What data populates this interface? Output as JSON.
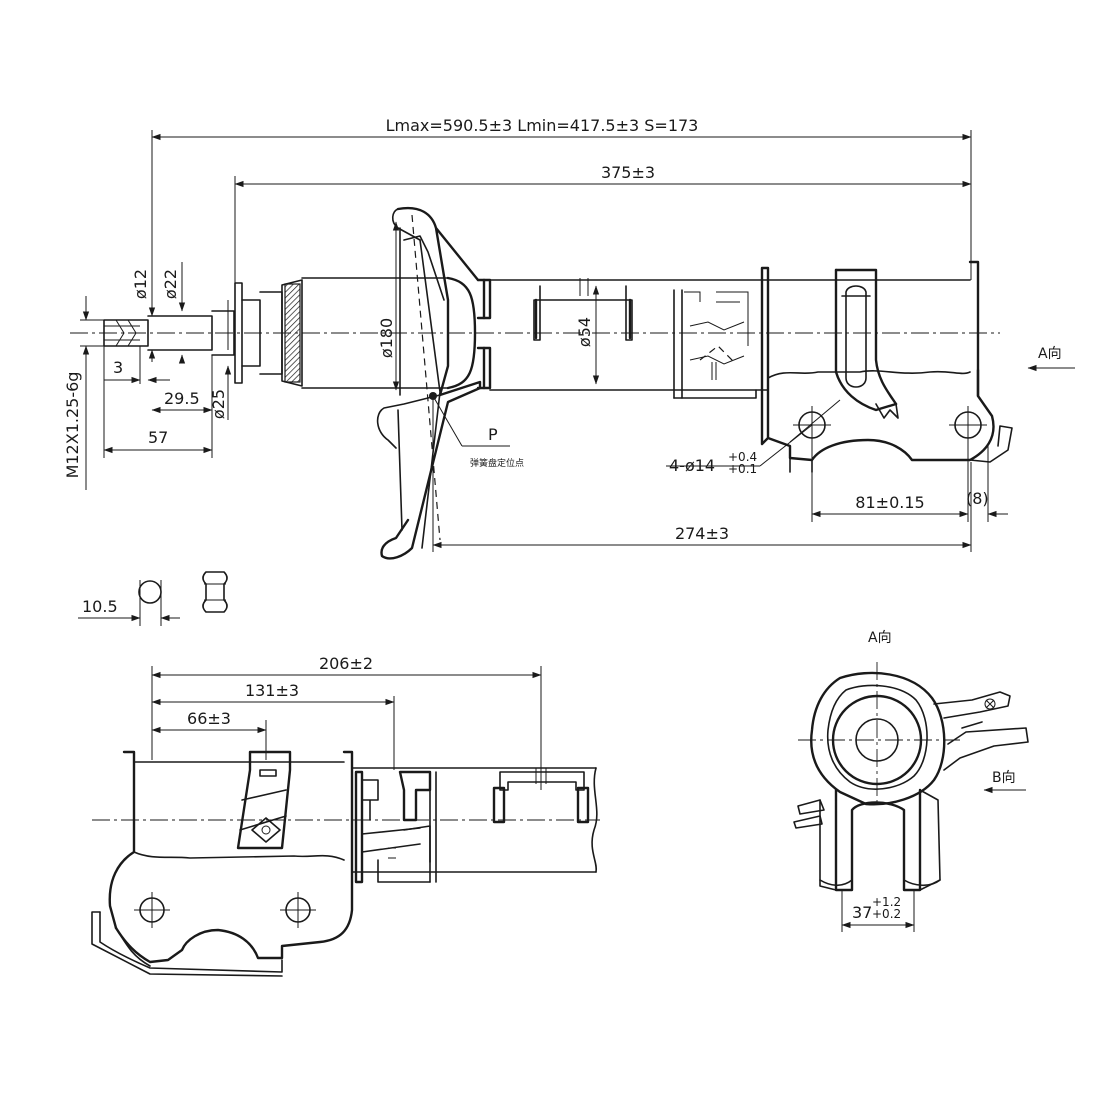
{
  "drawing": {
    "main_view": {
      "overall_length_note": "Lmax=590.5±3   Lmin=417.5±3   S=173",
      "dimensions": {
        "length_375": "375±3",
        "length_274": "274±3",
        "length_81": "81±0.15",
        "ref_8": "(8)",
        "dia_12": "ø12",
        "dia_22": "ø22",
        "dia_180": "ø180",
        "dia_54": "ø54",
        "dia_25": "ø25",
        "len_3": "3",
        "len_29_5": "29.5",
        "len_57": "57",
        "thread": "M12X1.25-6g",
        "holes_prefix": "4-ø14",
        "holes_tol_upper": "+0.4",
        "holes_tol_lower": "+0.1"
      },
      "point_label": "P",
      "point_note": "弹簧盘定位点",
      "view_arrow_label": "A向"
    },
    "nut_detail": {
      "dimension": "10.5"
    },
    "bottom_view": {
      "dimensions": {
        "len_206": "206±2",
        "len_131": "131±3",
        "len_66": "66±3"
      }
    },
    "view_a": {
      "title": "A向",
      "arrow_b_label": "B向",
      "width_prefix": "37",
      "width_tol_upper": "+1.2",
      "width_tol_lower": "+0.2"
    },
    "colors": {
      "line": "#1a1a1a",
      "background": "#ffffff"
    }
  }
}
